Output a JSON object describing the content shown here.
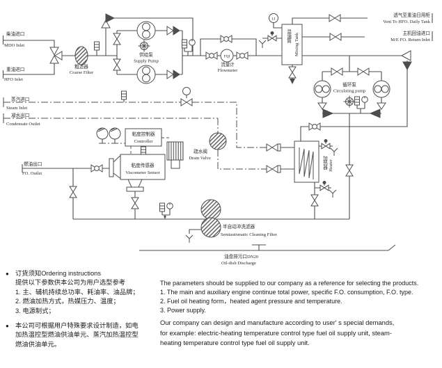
{
  "d": {
    "mdo_zh": "柴油进口",
    "mdo_en": "MDO Inlet",
    "hfo_zh": "重油进口",
    "hfo_en": "HFO Inlet",
    "coarse_zh": "粗滤器",
    "coarse_en": "Coarse Filter",
    "supply_zh": "供给泵",
    "supply_en": "Supply Pump",
    "flow_zh": "流量计",
    "flow_en": "Flowmeter",
    "flow_tag": "FQI",
    "tank_zh": "混油筒",
    "tank_en": "Mixing Tank",
    "level_tag": "LI",
    "vent_zh": "透气至重油日用柜",
    "vent_en": "Vent To HFO. Daily Tank",
    "ret_zh": "主机回油进口",
    "ret_en": "M/E FO. Return Inlet",
    "circ_zh": "循环泵",
    "circ_en": "Circulating pump",
    "steam_zh": "蒸汽进口",
    "steam_en": "Steam Inlet",
    "cond_zh": "凝水出口",
    "cond_en": "Condensate Outlet",
    "ctrl_zh": "粘度控制器",
    "ctrl_en": "Controller",
    "visc_zh": "粘度传感器",
    "visc_en": "Viscometer Sensor",
    "fo_zh": "燃油出口",
    "fo_en": "FO. Outlet",
    "trap_zh": "疏水阀",
    "trap_en": "Drain Valve",
    "heater_zh": "加热器",
    "heater_en": "Heater",
    "clean_zh": "半自动冲洗滤器",
    "clean_en": "Semiautomatic Cleaning Filter",
    "dish_zh": "油盘排污口DN20",
    "dish_en": "Oil-dish Discharge"
  },
  "notes": {
    "bullet": "●",
    "zh1": [
      "订货须知Ordering instructions",
      "提供以下参数供本公司为用户选型参考",
      "1. 主、辅机持续总功率、耗油率、油品牌；",
      "2. 燃油加热方式，热媒压力、温度；",
      "3. 电源制式；"
    ],
    "zh2": [
      "本公司可根据用户特殊要求设计制造，如电",
      "加热温控型燃油供油单元、蒸汽加热温控型",
      "燃油供油单元。"
    ],
    "en1": [
      "The parameters should be supplied to our company as a reference for selecting the products.",
      "1. The main and auxiliary engine continue total power, specific F.O. consumption, F.O. type.",
      "2. Fuel oil heating form，heated agent pressure and temperature.",
      "3. Power supply."
    ],
    "en2": [
      "Our company can design and manufacture according to user' s special demands,",
      "for example: electric-heating temperature control type fuel oil supply unit, steam-",
      "heating temperature control type fuel oil supply unit."
    ]
  }
}
